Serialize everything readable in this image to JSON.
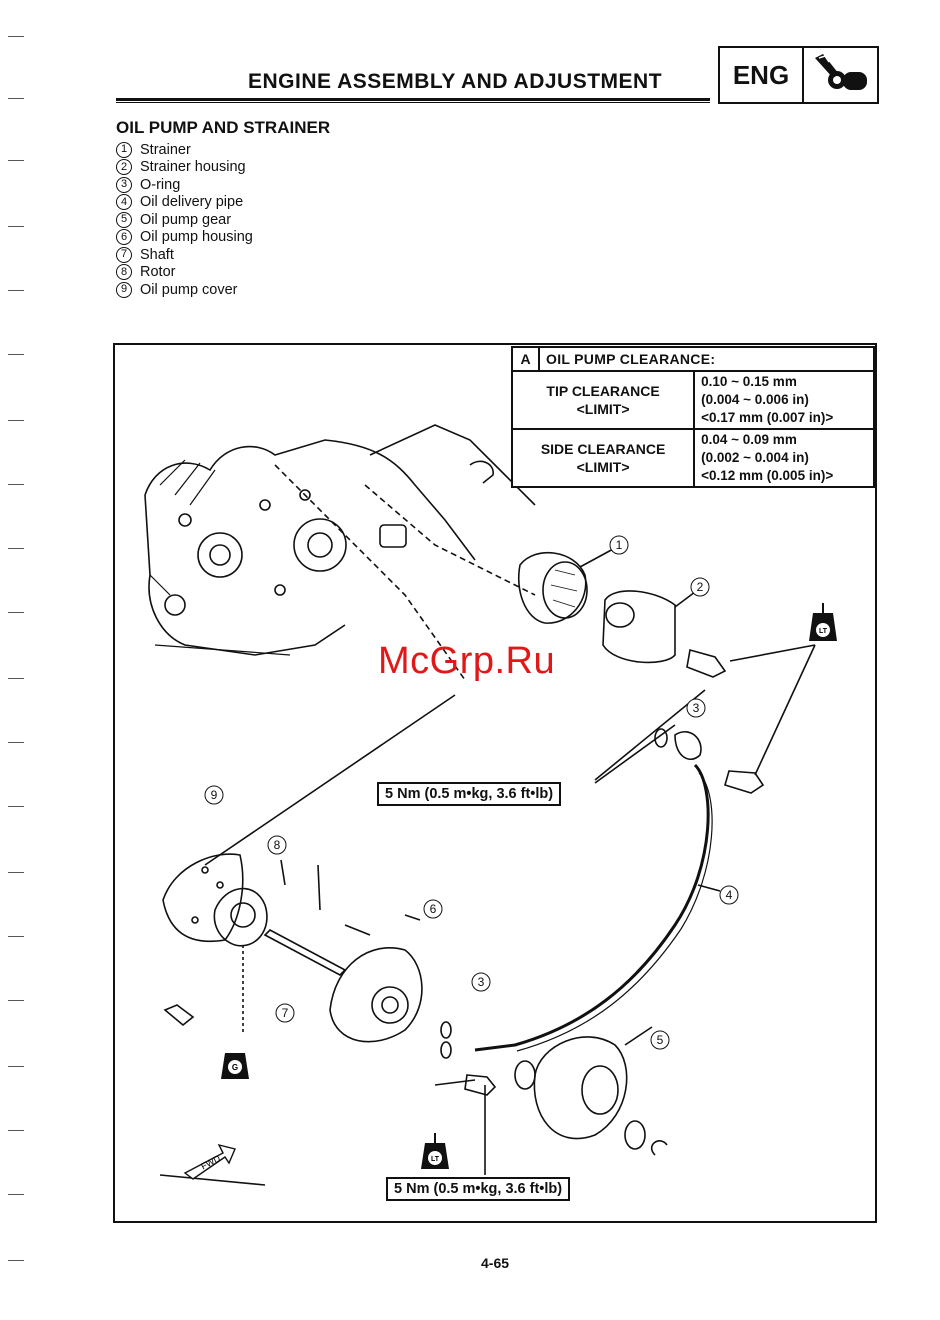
{
  "header": {
    "title": "ENGINE ASSEMBLY AND ADJUSTMENT",
    "badge": "ENG",
    "badge_icon": "engine-wrench-icon"
  },
  "section": {
    "title": "OIL PUMP AND STRAINER",
    "parts": [
      {
        "num": "1",
        "label": "Strainer"
      },
      {
        "num": "2",
        "label": "Strainer housing"
      },
      {
        "num": "3",
        "label": "O-ring"
      },
      {
        "num": "4",
        "label": "Oil delivery pipe"
      },
      {
        "num": "5",
        "label": "Oil pump gear"
      },
      {
        "num": "6",
        "label": "Oil pump housing"
      },
      {
        "num": "7",
        "label": "Shaft"
      },
      {
        "num": "8",
        "label": "Rotor"
      },
      {
        "num": "9",
        "label": "Oil pump cover"
      }
    ]
  },
  "spec_table": {
    "letter": "A",
    "title": "OIL PUMP CLEARANCE:",
    "rows": [
      {
        "label": "TIP CLEARANCE",
        "limit": "<LIMIT>",
        "std_mm": "0.10 ~ 0.15 mm",
        "std_in": "(0.004 ~ 0.006 in)",
        "limit_value": "<0.17 mm (0.007 in)>"
      },
      {
        "label": "SIDE CLEARANCE",
        "limit": "<LIMIT>",
        "std_mm": "0.04 ~ 0.09 mm",
        "std_in": "(0.002 ~ 0.004 in)",
        "limit_value": "<0.12 mm (0.005 in)>"
      }
    ]
  },
  "diagram": {
    "callouts": [
      "1",
      "2",
      "3",
      "4",
      "5",
      "6",
      "7",
      "8",
      "9",
      "3"
    ],
    "torque_1": "5 Nm (0.5 m•kg, 3.6 ft•lb)",
    "torque_2": "5 Nm (0.5 m•kg, 3.6 ft•lb)",
    "lt_symbol": "LT",
    "g_symbol": "G",
    "fwd_label": "FWD",
    "watermark": "McGrp.Ru"
  },
  "footer": {
    "page_number": "4-65"
  }
}
